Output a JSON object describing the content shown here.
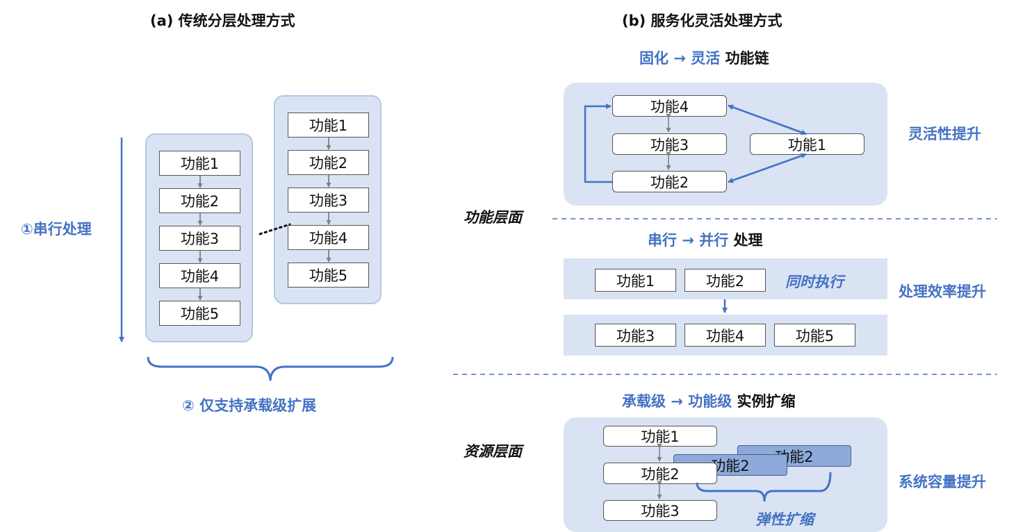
{
  "left": {
    "title": "(a) 传统分层处理方式",
    "serial_label": "①串行处理",
    "col1": [
      "功能1",
      "功能2",
      "功能3",
      "功能4",
      "功能5"
    ],
    "col2": [
      "功能1",
      "功能2",
      "功能3",
      "功能4",
      "功能5"
    ],
    "scale_label": "② 仅支持承载级扩展"
  },
  "right": {
    "title": "(b) 服务化灵活处理方式",
    "sec1": {
      "heading_from": "固化",
      "heading_arrow": "→",
      "heading_to": "灵活",
      "heading_tail": "功能链",
      "boxes": [
        "功能4",
        "功能3",
        "功能2",
        "功能1"
      ],
      "benefit": "灵活性提升"
    },
    "layer_function": "功能层面",
    "sec2": {
      "heading_from": "串行",
      "heading_arrow": "→",
      "heading_to": "并行",
      "heading_tail": "处理",
      "row1": [
        "功能1",
        "功能2"
      ],
      "row1_note": "同时执行",
      "row2": [
        "功能3",
        "功能4",
        "功能5"
      ],
      "benefit": "处理效率提升"
    },
    "layer_resource": "资源层面",
    "sec3": {
      "heading_from": "承载级",
      "heading_arrow": "→",
      "heading_to": "功能级",
      "heading_tail": "实例扩缩",
      "stack": [
        "功能1",
        "功能2",
        "功能3"
      ],
      "ghosts": [
        "功能2",
        "功能2"
      ],
      "elastic": "弹性扩缩",
      "benefit": "系统容量提升"
    }
  },
  "colors": {
    "accent": "#4472c4",
    "panel_fill": "#dae3f3",
    "panel_border": "#b4c7e7",
    "arrow_gray": "#808080",
    "ghost_fill": "#8eaadb"
  }
}
